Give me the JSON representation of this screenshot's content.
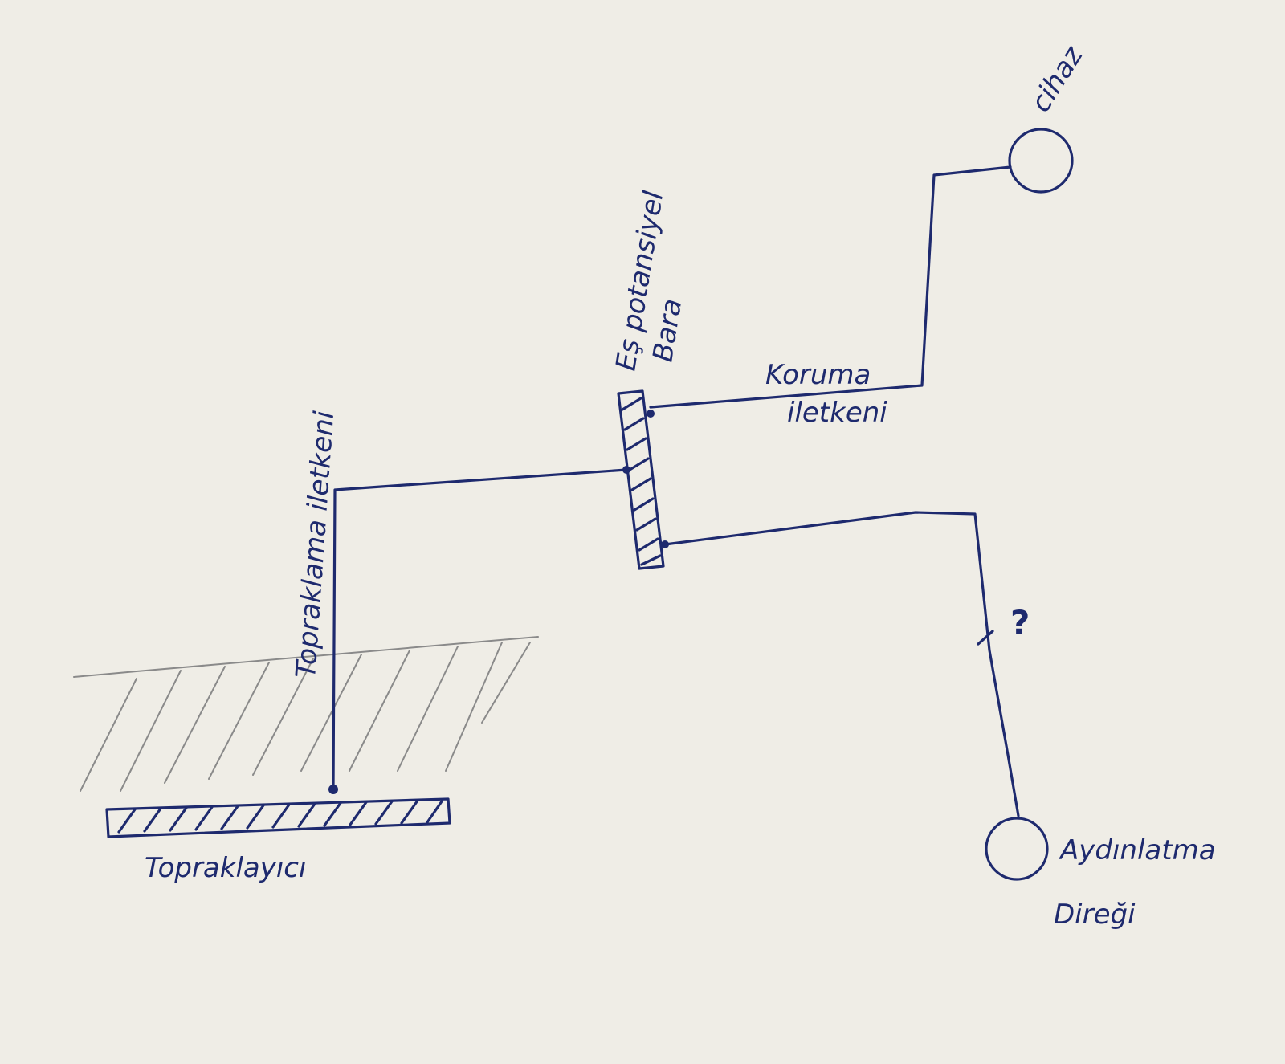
{
  "labels": {
    "grounding_conductor": "Topraklama iletkeni",
    "grounding_electrode": "Topraklayıcı",
    "busbar_line1": "Eş potansiyel",
    "busbar_line2": "Bara",
    "protection_line1": "Koruma",
    "protection_line2": "iletkeni",
    "device": "cihaz",
    "lighting_line1": "Aydınlatma",
    "lighting_line2": "Direği",
    "unknown_link": "?"
  },
  "colors": {
    "ink": "#1e2a6e",
    "pencil": "#8a8a8a",
    "paper": "#efede6"
  }
}
